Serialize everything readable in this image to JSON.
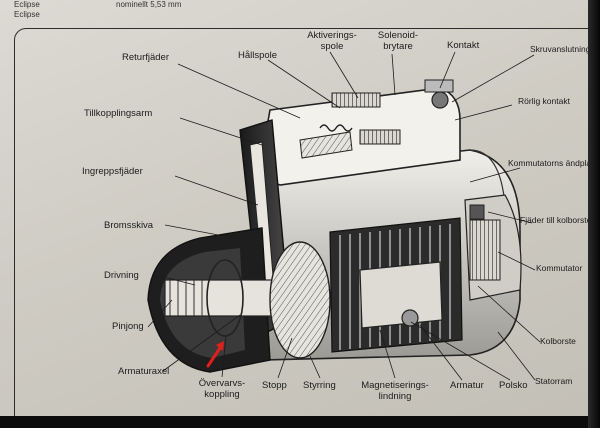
{
  "header": {
    "line1": "Eclipse",
    "line2": "Eclipse",
    "line3": "nominellt 5,53 mm"
  },
  "labels": {
    "returfjader": "Returfjäder",
    "hallspole": "Hållspole",
    "aktiveringsspole": "Aktiverings-\nspole",
    "solenoidbrytare": "Solenoid-\nbrytare",
    "kontakt": "Kontakt",
    "skruvanslutning": "Skruvanslutning",
    "rorlig_kontakt": "Rörlig kontakt",
    "tillkopplingsarm": "Tillkopplingsarm",
    "ingreppsfjader": "Ingreppsfjäder",
    "kommutatorns_andplatta": "Kommutatorns ändplatta",
    "bromsskiva": "Bromsskiva",
    "fjader_till_kolborste": "Fjäder till kolborste",
    "drivning": "Drivning",
    "kommutator": "Kommutator",
    "pinjong": "Pinjong",
    "kolborste": "Kolborste",
    "armaturaxel": "Armaturaxel",
    "statorram": "Statorram",
    "overvarvskoppling": "Övervarvs-\nkoppling",
    "stopp": "Stopp",
    "styrring": "Styrring",
    "magnetiseringslindning": "Magnetiserings-\nlindning",
    "armatur": "Armatur",
    "polsko": "Polsko"
  },
  "colors": {
    "ink": "#1c1c1c",
    "arrow": "#e0201c",
    "paper": "#d6d3cb"
  }
}
